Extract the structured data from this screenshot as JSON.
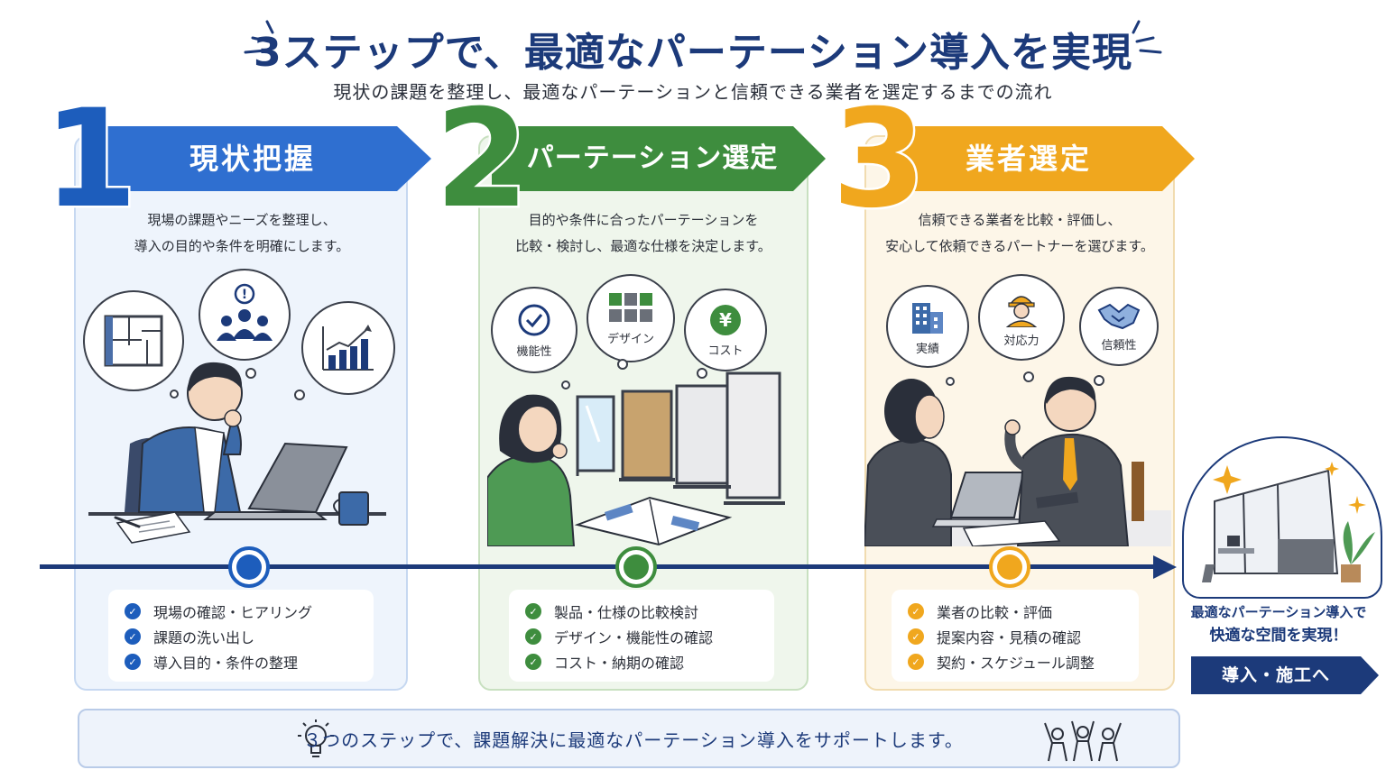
{
  "header": {
    "title": "3ステップで、最適なパーテーション導入を実現",
    "subtitle": "現状の課題を整理し、最適なパーテーションと信頼できる業者を選定するまでの流れ"
  },
  "steps": [
    {
      "number": "1",
      "title": "現状把握",
      "color": "#1d5dbc",
      "desc_line1": "現場の課題やニーズを整理し、",
      "desc_line2": "導入の目的や条件を明確にします。",
      "icons": [
        "floor-plan-icon",
        "team-issue-icon",
        "growth-chart-icon"
      ],
      "checks": [
        "現場の確認・ヒアリング",
        "課題の洗い出し",
        "導入目的・条件の整理"
      ]
    },
    {
      "number": "2",
      "title": "パーテーション選定",
      "color": "#3e8d3e",
      "desc_line1": "目的や条件に合ったパーテーションを",
      "desc_line2": "比較・検討し、最適な仕様を決定します。",
      "bubbles": [
        "機能性",
        "デザイン",
        "コスト"
      ],
      "checks": [
        "製品・仕様の比較検討",
        "デザイン・機能性の確認",
        "コスト・納期の確認"
      ]
    },
    {
      "number": "3",
      "title": "業者選定",
      "color": "#f0a71e",
      "desc_line1": "信頼できる業者を比較・評価し、",
      "desc_line2": "安心して依頼できるパートナーを選びます。",
      "bubbles": [
        "実績",
        "対応力",
        "信頼性"
      ],
      "checks": [
        "業者の比較・評価",
        "提案内容・見積の確認",
        "契約・スケジュール調整"
      ]
    }
  ],
  "final": {
    "line1": "最適なパーテーション導入で",
    "line2": "快適な空間を実現！",
    "button": "導入・施工へ"
  },
  "footer": {
    "text": "３つのステップで、課題解決に最適なパーテーション導入をサポートします。"
  },
  "colors": {
    "navy": "#1c3a7a",
    "blue": "#1d5dbc",
    "green": "#3e8d3e",
    "orange": "#f0a71e"
  }
}
